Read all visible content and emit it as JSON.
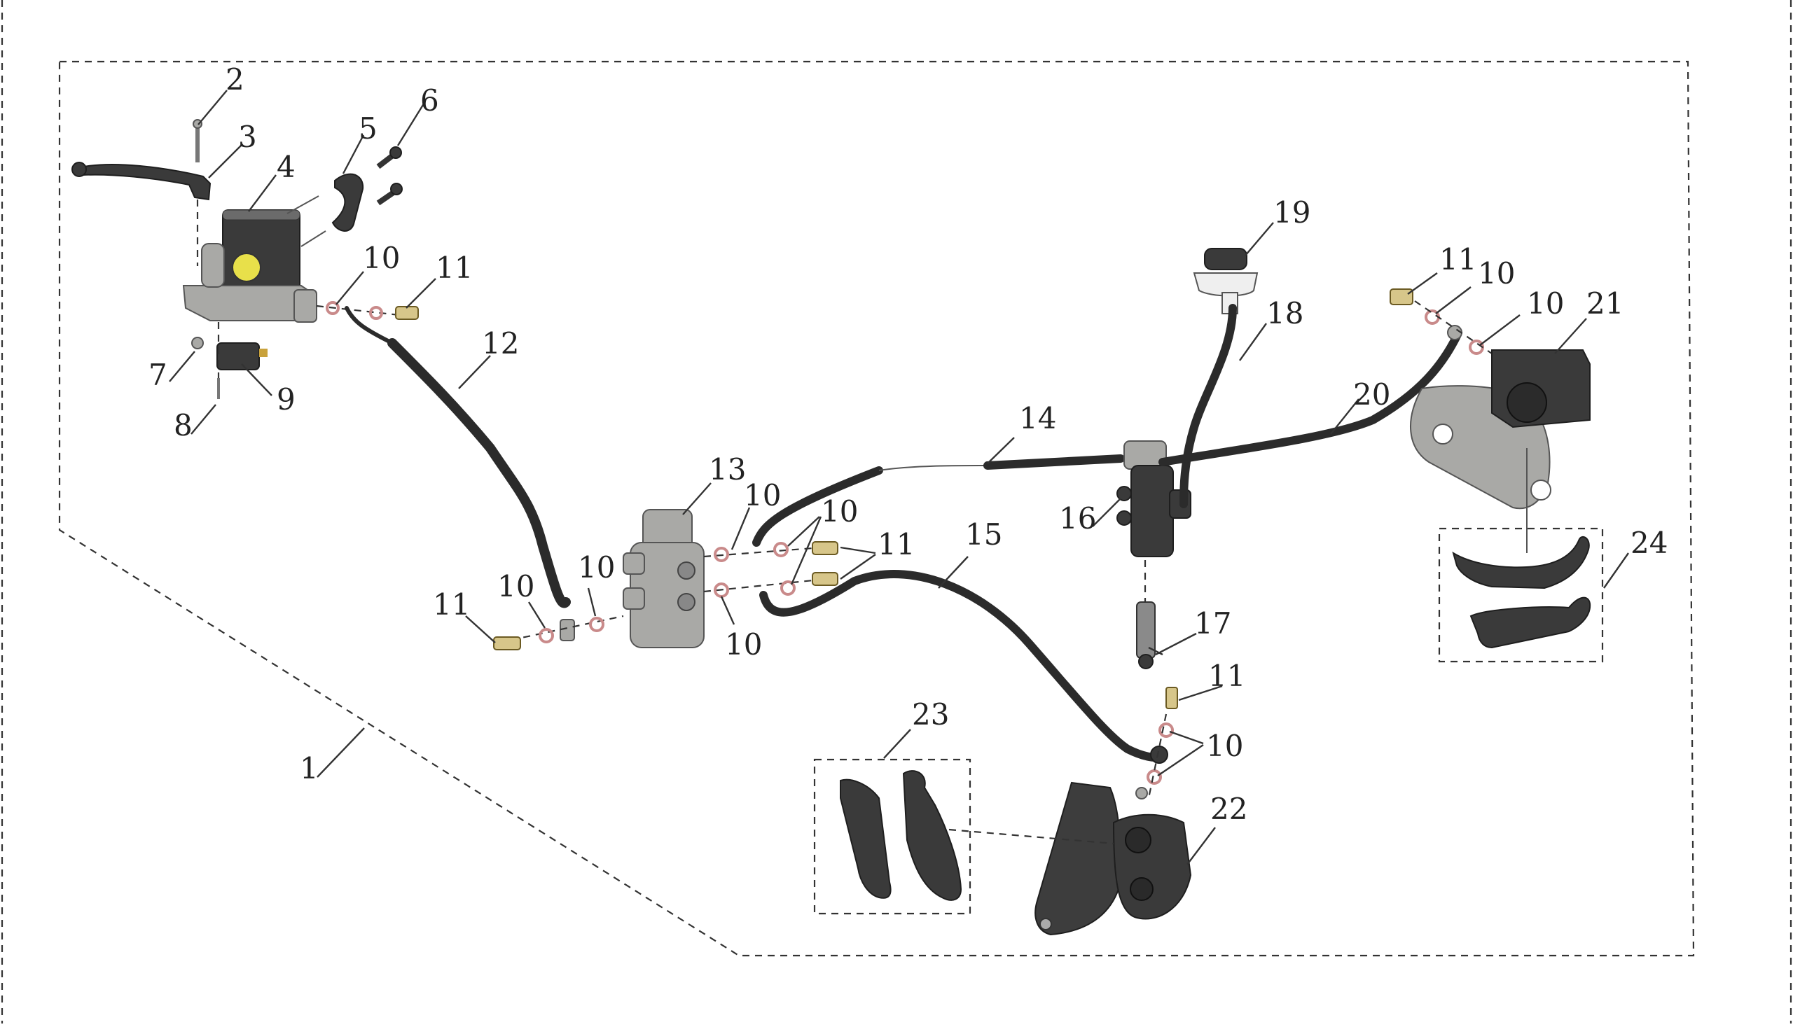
{
  "diagram": {
    "callouts": [
      "1",
      "2",
      "3",
      "4",
      "5",
      "6",
      "7",
      "8",
      "9",
      "10",
      "11",
      "12",
      "13",
      "14",
      "15",
      "16",
      "17",
      "18",
      "19",
      "20",
      "21",
      "22",
      "23",
      "24"
    ],
    "callout_10": "10",
    "callout_11": "11"
  },
  "colors": {
    "line": "#333333",
    "hose": "#2b2b2b",
    "metal": "#a9a9a6",
    "seal_ring": "#c98a8a",
    "banjo_bolt": "#d7c68a",
    "reservoir_window": "#e8e04a"
  }
}
